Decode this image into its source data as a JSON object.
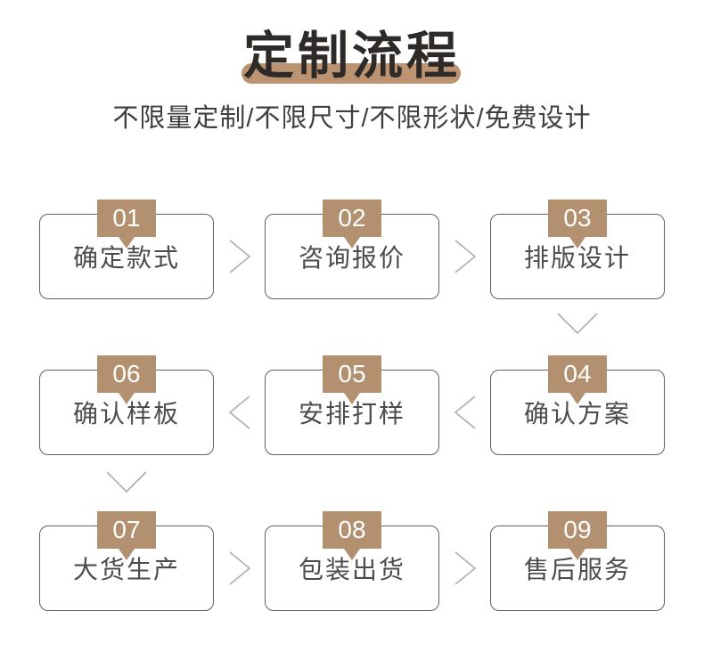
{
  "header": {
    "title": "定制流程",
    "subtitle": "不限量定制/不限尺寸/不限形状/免费设计"
  },
  "colors": {
    "accent": "#b39170",
    "bar": "#bd9471",
    "title": "#2e2a28",
    "subtitle": "#3f3f3f",
    "border": "#606060",
    "label": "#4c4c4c",
    "arrow": "#b3adaa",
    "page-bg": "#ffffff"
  },
  "flow": {
    "steps": [
      {
        "number": "01",
        "label": "确定款式"
      },
      {
        "number": "02",
        "label": "咨询报价"
      },
      {
        "number": "03",
        "label": "排版设计"
      },
      {
        "number": "04",
        "label": "确认方案"
      },
      {
        "number": "05",
        "label": "安排打样"
      },
      {
        "number": "06",
        "label": "确认样板"
      },
      {
        "number": "07",
        "label": "大货生产"
      },
      {
        "number": "08",
        "label": "包装出货"
      },
      {
        "number": "09",
        "label": "售后服务"
      }
    ],
    "display_rows": [
      [
        "01",
        "02",
        "03"
      ],
      [
        "06",
        "05",
        "04"
      ],
      [
        "07",
        "08",
        "09"
      ]
    ],
    "arrow_sequence": [
      "right",
      "right",
      "down",
      "left",
      "left",
      "down",
      "right",
      "right"
    ]
  }
}
